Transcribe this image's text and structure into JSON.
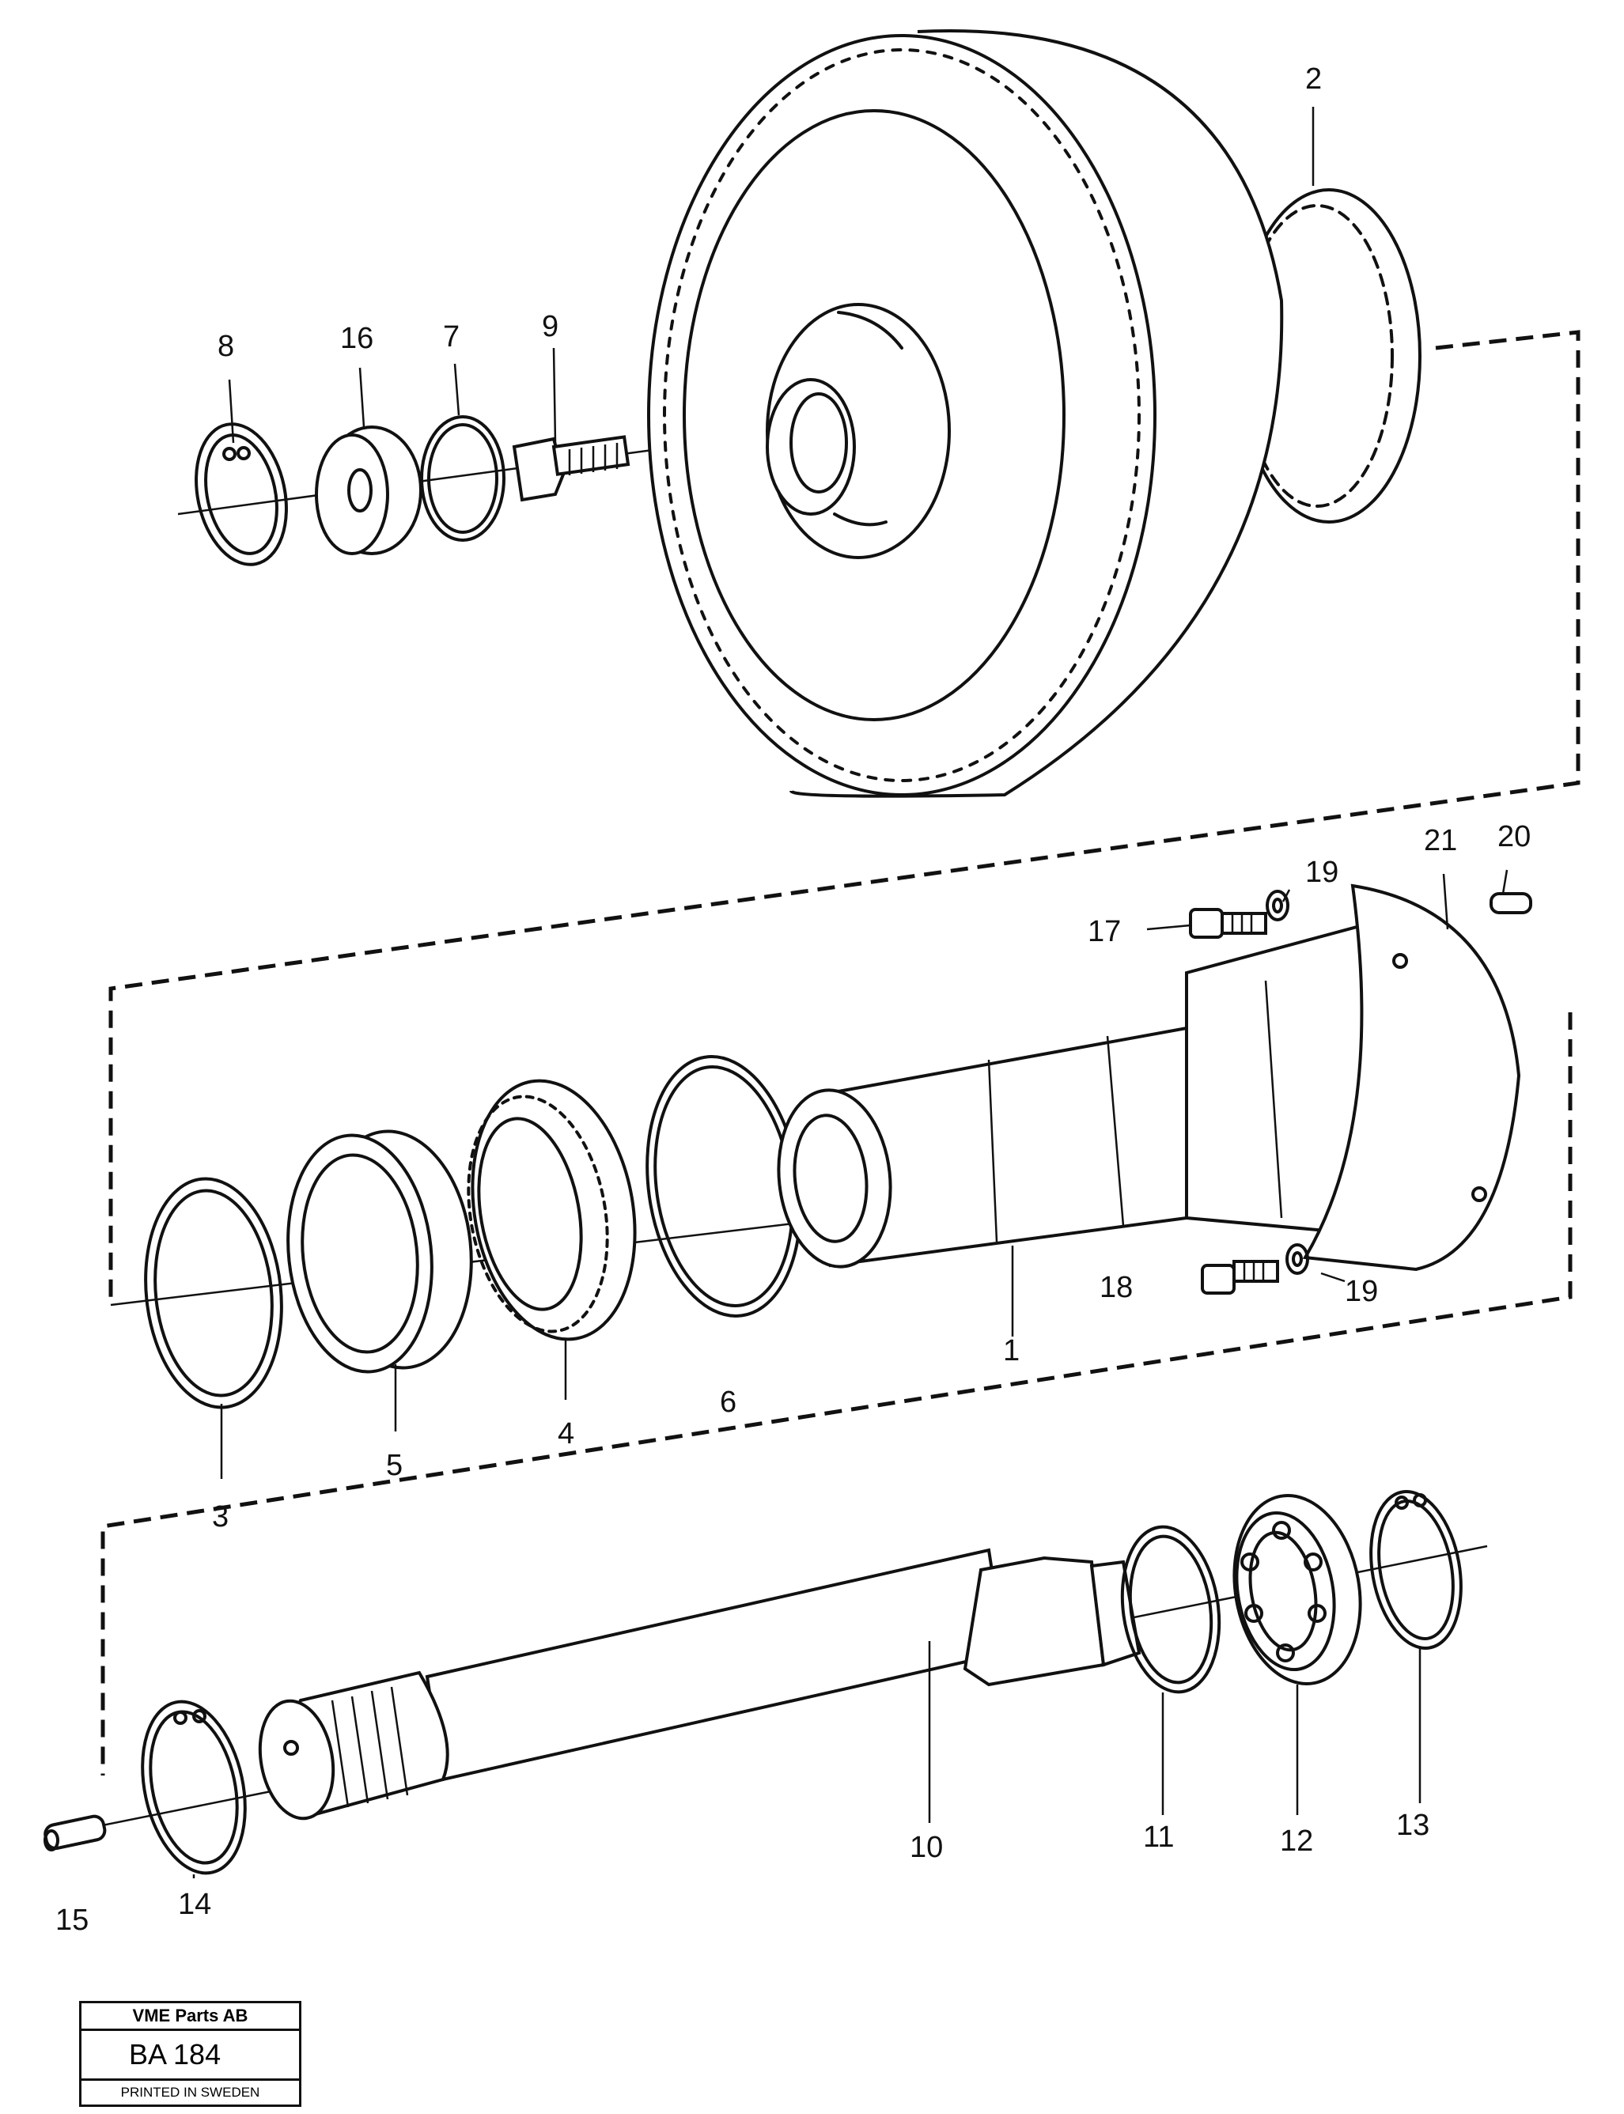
{
  "callouts": {
    "c1": "1",
    "c2": "2",
    "c3": "3",
    "c4": "4",
    "c5": "5",
    "c6": "6",
    "c7": "7",
    "c8": "8",
    "c9": "9",
    "c10": "10",
    "c11": "11",
    "c12": "12",
    "c13": "13",
    "c14": "14",
    "c15": "15",
    "c16": "16",
    "c17": "17",
    "c18": "18",
    "c19a": "19",
    "c19b": "19",
    "c20": "20",
    "c21": "21"
  },
  "stamp": {
    "company": "VME Parts AB",
    "code": "BA 184",
    "printed": "PRINTED IN SWEDEN"
  }
}
